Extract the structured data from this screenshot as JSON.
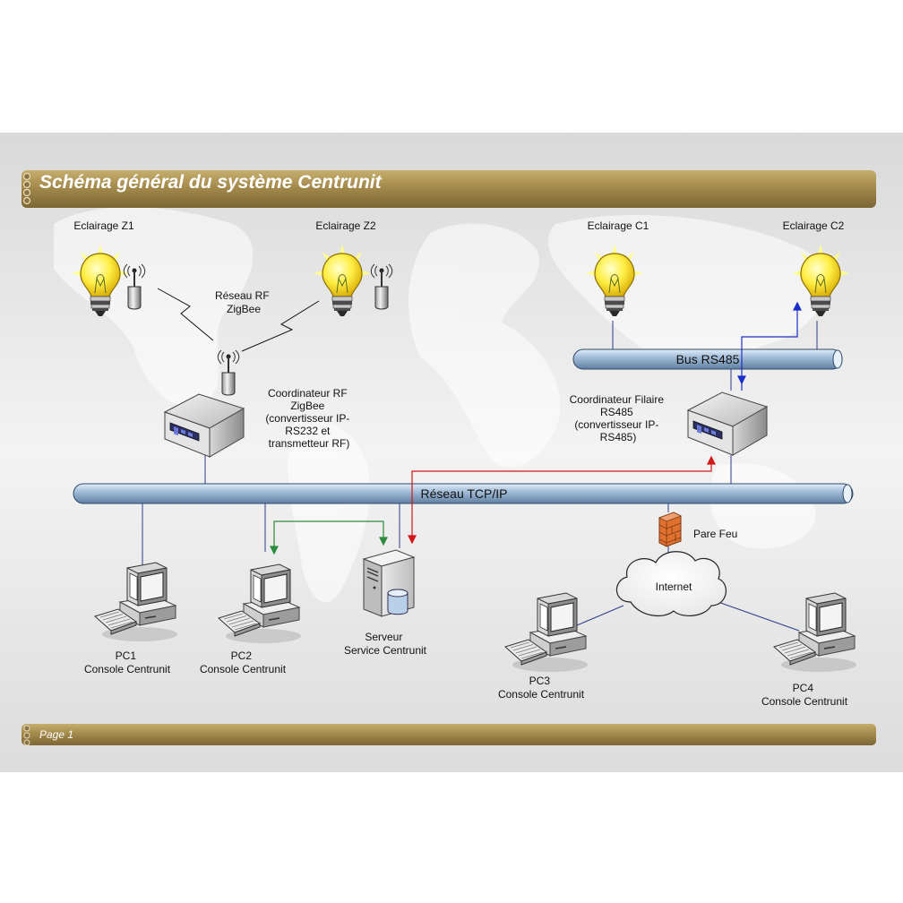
{
  "title": "Schéma général du système Centrunit",
  "footer": {
    "page_label": "Page 1"
  },
  "nodes": {
    "lamp_z1": {
      "label": "Eclairage Z1"
    },
    "lamp_z2": {
      "label": "Eclairage Z2"
    },
    "lamp_c1": {
      "label": "Eclairage C1"
    },
    "lamp_c2": {
      "label": "Eclairage C2"
    },
    "rf_network": {
      "label_lines": [
        "Réseau RF",
        "ZigBee"
      ]
    },
    "rf_coordinator": {
      "label_lines": [
        "Coordinateur RF",
        "ZigBee",
        "(convertisseur IP-",
        "RS232 et",
        "transmetteur RF)"
      ]
    },
    "wired_coordinator": {
      "label_lines": [
        "Coordinateur Filaire",
        "RS485",
        "(convertisseur IP-",
        "RS485)"
      ]
    },
    "bus_rs485": {
      "label": "Bus RS485"
    },
    "tcp_network": {
      "label": "Réseau TCP/IP"
    },
    "pc1": {
      "label_lines": [
        "PC1",
        "Console Centrunit"
      ]
    },
    "pc2": {
      "label_lines": [
        "PC2",
        "Console Centrunit"
      ]
    },
    "server": {
      "label_lines": [
        "Serveur",
        "Service Centrunit"
      ]
    },
    "firewall": {
      "label": "Pare Feu"
    },
    "internet": {
      "label": "Internet"
    },
    "pc3": {
      "label_lines": [
        "PC3",
        "Console Centrunit"
      ]
    },
    "pc4": {
      "label_lines": [
        "PC4",
        "Console Centrunit"
      ]
    }
  },
  "colors": {
    "banner": "#a48a4c",
    "background": "#e4e4e4",
    "pipe": "#a9c3dd",
    "arrow_blue": "#1a2ec8",
    "arrow_red": "#d01818",
    "arrow_green": "#2c8c3c",
    "link_line": "#2c3c8c"
  }
}
